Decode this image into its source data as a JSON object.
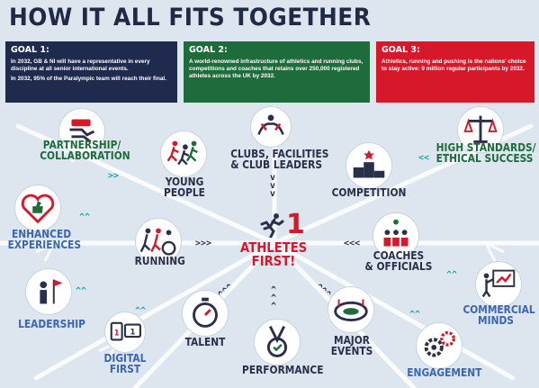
{
  "title": "HOW IT ALL FITS TOGETHER",
  "goals": [
    {
      "heading": "GOAL 1:",
      "lines": [
        "In 2032, GB & NI will have a representative in every discipline at all senior international events.",
        "In 2032, 95% of the Paralympic team will reach their final."
      ],
      "color": "#1f2a4f"
    },
    {
      "heading": "GOAL 2:",
      "lines": [
        "A world-renowned infrastructure of athletics and running clubs, competitions and coaches that retains over 250,000 registered athletes across the UK by 2032."
      ],
      "color": "#1e6b3c"
    },
    {
      "heading": "GOAL 3:",
      "lines": [
        "Athletics, running and pushing is the nations' choice to stay active: 9 million regular participants by 2032."
      ],
      "color": "#d7182a"
    }
  ],
  "center": {
    "number": "1",
    "label_line1": "ATHLETES",
    "label_line2": "FIRST!"
  },
  "nodes": {
    "partnership": {
      "line1": "PARTNERSHIP/",
      "line2": "COLLABORATION",
      "icon": "handshake-icon"
    },
    "clubs": {
      "line1": "CLUBS, FACILITIES",
      "line2": "& CLUB LEADERS",
      "icon": "hands-icon"
    },
    "high_standards": {
      "line1": "HIGH STANDARDS/",
      "line2": "ETHICAL SUCCESS",
      "icon": "scales-icon"
    },
    "young_people": {
      "line1": "YOUNG",
      "line2": "PEOPLE",
      "icon": "runners-icon"
    },
    "competition": {
      "line1": "COMPETITION",
      "icon": "podium-icon"
    },
    "enhanced": {
      "line1": "ENHANCED",
      "line2": "EXPERIENCES",
      "icon": "heart-thumb-icon"
    },
    "running": {
      "line1": "RUNNING",
      "icon": "wheelchair-runner-icon"
    },
    "coaches": {
      "line1": "COACHES",
      "line2": "& OFFICIALS",
      "icon": "coach-icon"
    },
    "leadership": {
      "line1": "LEADERSHIP",
      "icon": "flag-person-icon"
    },
    "commercial": {
      "line1": "COMMERCIAL",
      "line2": "MINDS",
      "icon": "presentation-icon"
    },
    "digital": {
      "line1": "DIGITAL",
      "line2": "FIRST",
      "icon": "devices-icon"
    },
    "talent": {
      "line1": "TALENT",
      "icon": "stopwatch-icon"
    },
    "performance": {
      "line1": "PERFORMANCE",
      "icon": "medal-icon"
    },
    "major_events": {
      "line1": "MAJOR",
      "line2": "EVENTS",
      "icon": "stadium-icon"
    },
    "engagement": {
      "line1": "ENGAGEMENT",
      "icon": "gears-icon"
    }
  },
  "arrows": {
    "right": ">>>",
    "left": "<<<",
    "down": "v"
  },
  "colors": {
    "navy": "#1f2a44",
    "green": "#1e6b3c",
    "red": "#d7182a",
    "teal": "#19a7a8"
  }
}
